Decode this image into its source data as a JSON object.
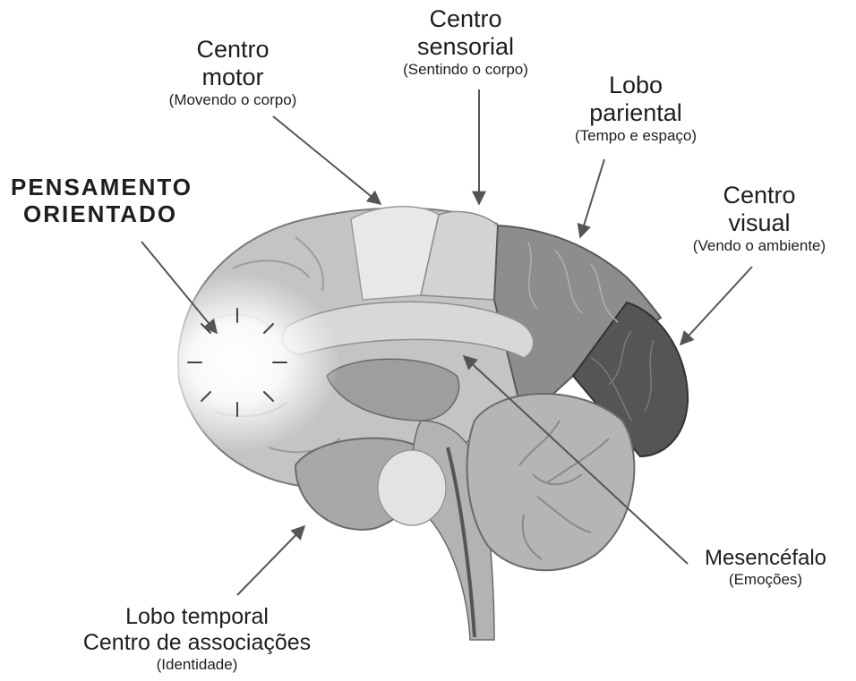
{
  "labels": {
    "thinking": {
      "line1": "PENSAMENTO",
      "line2": "ORIENTADO"
    },
    "motor": {
      "line1": "Centro",
      "line2": "motor",
      "sub": "(Movendo o corpo)"
    },
    "sensory": {
      "line1": "Centro",
      "line2": "sensorial",
      "sub": "(Sentindo o corpo)"
    },
    "parietal": {
      "line1": "Lobo",
      "line2": "pariental",
      "sub": "(Tempo e espaço)"
    },
    "visual": {
      "line1": "Centro",
      "line2": "visual",
      "sub": "(Vendo o ambiente)"
    },
    "midbrain": {
      "line1": "Mesencéfalo",
      "sub": "(Emoções)"
    },
    "temporal": {
      "line1": "Lobo temporal",
      "line2": "Centro de associações",
      "sub": "(Identidade)"
    }
  },
  "colors": {
    "frontal": "#c4c4c4",
    "motor_strip": "#e8e8e8",
    "parietal": "#8d8d8d",
    "occipital": "#555555",
    "temporal": "#a8a8a8",
    "cerebellum": "#b5b5b5",
    "stem": "#b3b3b3",
    "arrow": "#555555"
  }
}
